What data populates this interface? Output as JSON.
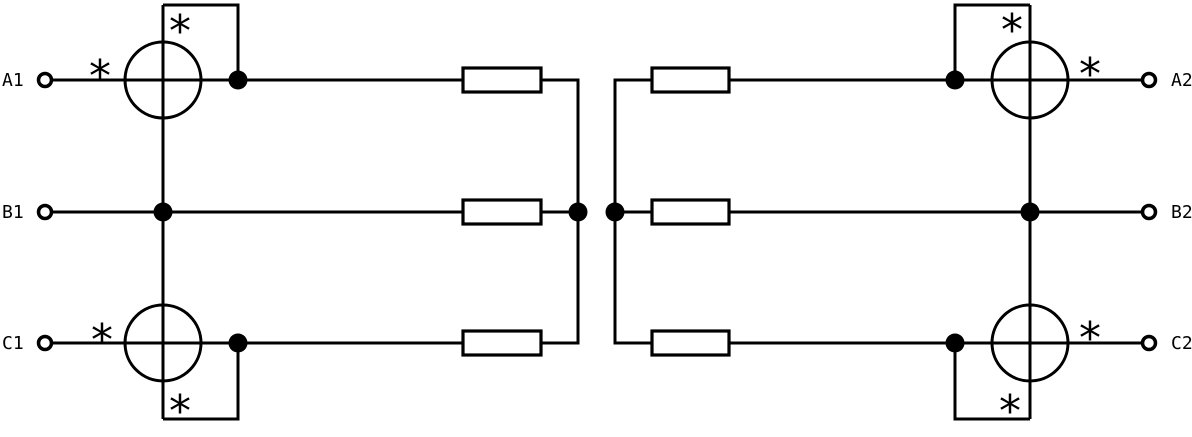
{
  "terminals": {
    "left": [
      "A1",
      "B1",
      "C1"
    ],
    "right": [
      "A2",
      "B2",
      "C2"
    ]
  },
  "polarity_mark": "*",
  "colors": {
    "line": "#000000",
    "background": "#ffffff",
    "component_fill": "#ffffff"
  },
  "components": {
    "wattmeters": 4,
    "resistors": 6,
    "junction_dots": 8,
    "terminals": 6,
    "polarity_marks": 8
  }
}
